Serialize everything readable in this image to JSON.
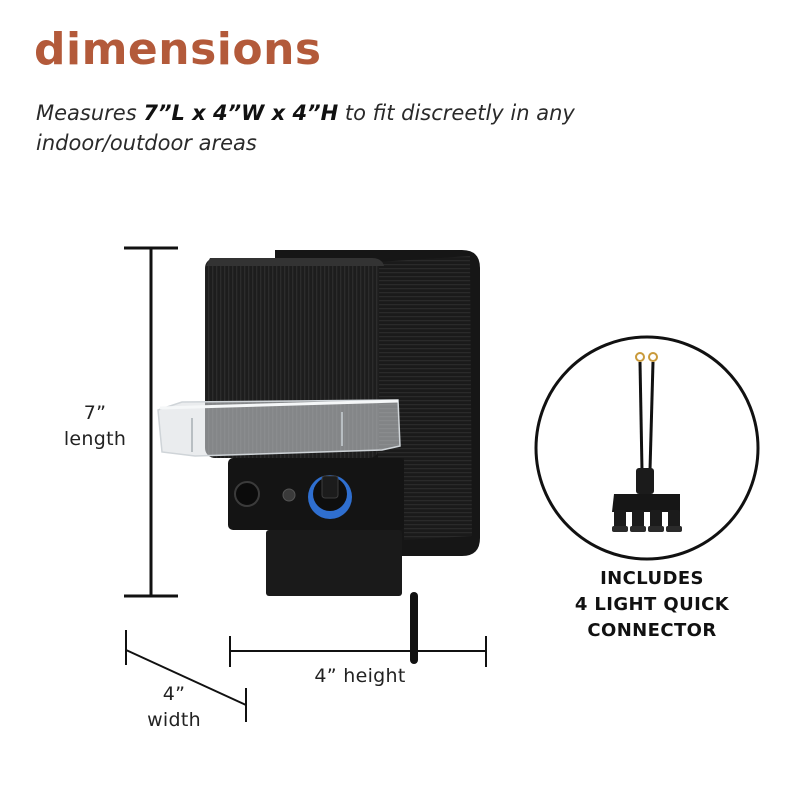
{
  "heading": "dimensions",
  "description": {
    "prefix": "Measures ",
    "measure": "7”L x 4”W x 4”H",
    "suffix": " to fit discreetly in any indoor/outdoor areas"
  },
  "dimensions": {
    "length_value": "7”",
    "length_label": "length",
    "height_text": "4” height",
    "width_value": "4”",
    "width_label": "width"
  },
  "connector": {
    "line1": "INCLUDES",
    "line2": "4 LIGHT QUICK",
    "line3": "CONNECTOR"
  },
  "colors": {
    "heading": "#b35a3a",
    "product": "#1c1c1c",
    "knob_ring": "#2f6fd0"
  },
  "icons": [
    "transformer-product-image",
    "quick-connector-image"
  ]
}
